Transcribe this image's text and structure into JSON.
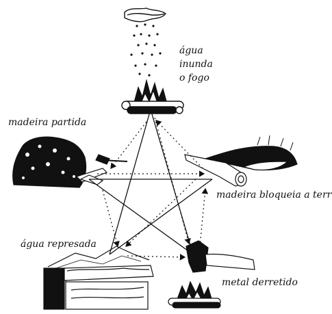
{
  "labels": {
    "agua_inunda_fogo": [
      "água",
      "inunda",
      "o fogo"
    ],
    "madeira_partida": "madeira partida",
    "madeira_bloqueia_terra": "madeira bloqueia a terra",
    "agua_represada": "água represada",
    "metal_derretido": "metal derretido"
  },
  "colors": {
    "ink": "#111111",
    "background": "#ffffff"
  }
}
